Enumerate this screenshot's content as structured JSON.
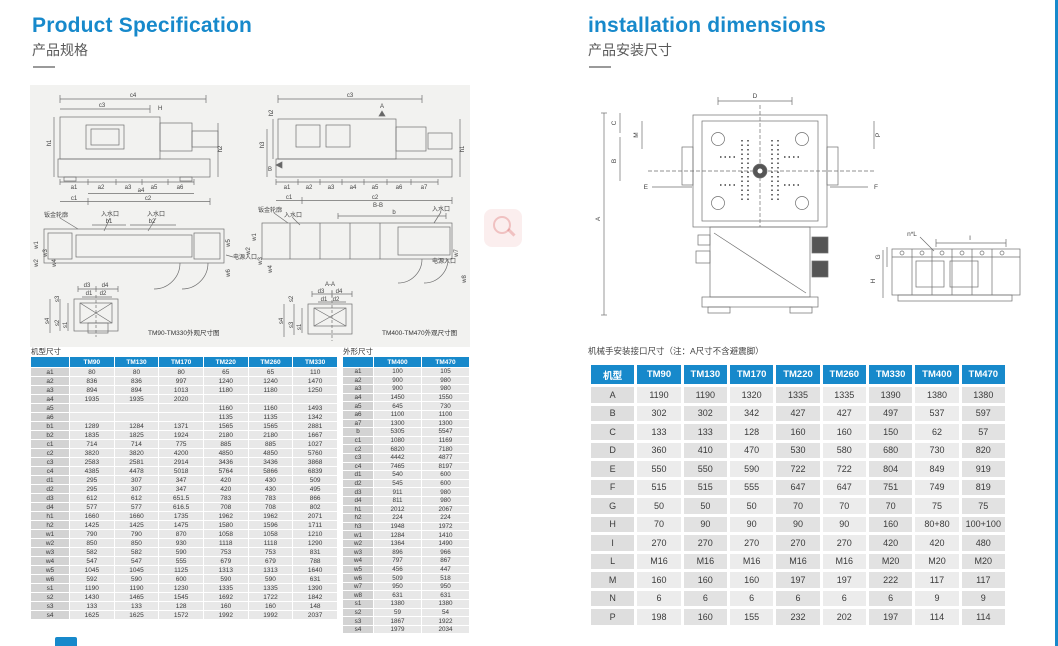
{
  "colors": {
    "accent": "#1789cb",
    "header_blue": "#1789cb",
    "cell_gray": "#e8e8e8",
    "label_gray": "#d3d3d3",
    "watermark_pink": "#e27878"
  },
  "left": {
    "title": "Product Specification",
    "subtitle": "产品规格",
    "table1": {
      "label": "机型尺寸",
      "columns": [
        "",
        "TM90",
        "TM130",
        "TM170",
        "TM220",
        "TM260",
        "TM330"
      ],
      "rows": [
        [
          "a1",
          "80",
          "80",
          "80",
          "65",
          "65",
          "110"
        ],
        [
          "a2",
          "836",
          "836",
          "997",
          "1240",
          "1240",
          "1470"
        ],
        [
          "a3",
          "894",
          "894",
          "1013",
          "1180",
          "1180",
          "1250"
        ],
        [
          "a4",
          "1935",
          "1935",
          "2020",
          "",
          "",
          ""
        ],
        [
          "a5",
          "",
          "",
          "",
          "1160",
          "1160",
          "1493"
        ],
        [
          "a6",
          "",
          "",
          "",
          "1135",
          "1135",
          "1342"
        ],
        [
          "b1",
          "1289",
          "1284",
          "1371",
          "1565",
          "1565",
          "2881"
        ],
        [
          "b2",
          "1835",
          "1825",
          "1924",
          "2180",
          "2180",
          "1667"
        ],
        [
          "c1",
          "714",
          "714",
          "775",
          "885",
          "885",
          "1027"
        ],
        [
          "c2",
          "3820",
          "3820",
          "4200",
          "4850",
          "4850",
          "5760"
        ],
        [
          "c3",
          "2583",
          "2581",
          "2914",
          "3436",
          "3436",
          "3868"
        ],
        [
          "c4",
          "4385",
          "4478",
          "5018",
          "5764",
          "5866",
          "6839"
        ],
        [
          "d1",
          "295",
          "307",
          "347",
          "420",
          "430",
          "509"
        ],
        [
          "d2",
          "295",
          "307",
          "347",
          "420",
          "430",
          "495"
        ],
        [
          "d3",
          "612",
          "612",
          "651.5",
          "783",
          "783",
          "866"
        ],
        [
          "d4",
          "577",
          "577",
          "616.5",
          "708",
          "708",
          "802"
        ],
        [
          "h1",
          "1660",
          "1660",
          "1735",
          "1962",
          "1962",
          "2071"
        ],
        [
          "h2",
          "1425",
          "1425",
          "1475",
          "1580",
          "1596",
          "1711"
        ],
        [
          "w1",
          "790",
          "790",
          "870",
          "1058",
          "1058",
          "1210"
        ],
        [
          "w2",
          "850",
          "850",
          "930",
          "1118",
          "1118",
          "1290"
        ],
        [
          "w3",
          "582",
          "582",
          "590",
          "753",
          "753",
          "831"
        ],
        [
          "w4",
          "547",
          "547",
          "555",
          "679",
          "679",
          "788"
        ],
        [
          "w5",
          "1045",
          "1045",
          "1125",
          "1313",
          "1313",
          "1640"
        ],
        [
          "w6",
          "592",
          "590",
          "600",
          "590",
          "590",
          "631"
        ],
        [
          "s1",
          "1190",
          "1190",
          "1230",
          "1335",
          "1335",
          "1390"
        ],
        [
          "s2",
          "1430",
          "1465",
          "1545",
          "1692",
          "1722",
          "1842"
        ],
        [
          "s3",
          "133",
          "133",
          "128",
          "160",
          "160",
          "148"
        ],
        [
          "s4",
          "1625",
          "1625",
          "1572",
          "1992",
          "1992",
          "2037"
        ]
      ]
    },
    "table2": {
      "label": "外形尺寸",
      "columns": [
        "",
        "TM400",
        "TM470"
      ],
      "rows": [
        [
          "a1",
          "100",
          "105"
        ],
        [
          "a2",
          "900",
          "980"
        ],
        [
          "a3",
          "900",
          "980"
        ],
        [
          "a4",
          "1450",
          "1550"
        ],
        [
          "a5",
          "645",
          "730"
        ],
        [
          "a6",
          "1100",
          "1100"
        ],
        [
          "a7",
          "1300",
          "1300"
        ],
        [
          "b",
          "5305",
          "5547"
        ],
        [
          "c1",
          "1080",
          "1169"
        ],
        [
          "c2",
          "6820",
          "7180"
        ],
        [
          "c3",
          "4442",
          "4877"
        ],
        [
          "c4",
          "7465",
          "8197"
        ],
        [
          "d1",
          "540",
          "600"
        ],
        [
          "d2",
          "545",
          "600"
        ],
        [
          "d3",
          "911",
          "980"
        ],
        [
          "d4",
          "811",
          "980"
        ],
        [
          "h1",
          "2012",
          "2067"
        ],
        [
          "h2",
          "224",
          "224"
        ],
        [
          "h3",
          "1948",
          "1972"
        ],
        [
          "w1",
          "1284",
          "1410"
        ],
        [
          "w2",
          "1364",
          "1490"
        ],
        [
          "w3",
          "896",
          "966"
        ],
        [
          "w4",
          "797",
          "867"
        ],
        [
          "w5",
          "456",
          "447"
        ],
        [
          "w6",
          "509",
          "518"
        ],
        [
          "w7",
          "950",
          "950"
        ],
        [
          "w8",
          "631",
          "631"
        ],
        [
          "s1",
          "1380",
          "1380"
        ],
        [
          "s2",
          "59",
          "54"
        ],
        [
          "s3",
          "1867",
          "1922"
        ],
        [
          "s4",
          "1979",
          "2034"
        ]
      ]
    }
  },
  "right": {
    "title": "installation dimensions",
    "subtitle": "产品安装尺寸",
    "note": "机械手安装接口尺寸（注：A尺寸不含避震脚）",
    "table": {
      "columns": [
        "机型",
        "TM90",
        "TM130",
        "TM170",
        "TM220",
        "TM260",
        "TM330",
        "TM400",
        "TM470"
      ],
      "rows": [
        [
          "A",
          "1190",
          "1190",
          "1320",
          "1335",
          "1335",
          "1390",
          "1380",
          "1380"
        ],
        [
          "B",
          "302",
          "302",
          "342",
          "427",
          "427",
          "497",
          "537",
          "597"
        ],
        [
          "C",
          "133",
          "133",
          "128",
          "160",
          "160",
          "150",
          "62",
          "57"
        ],
        [
          "D",
          "360",
          "410",
          "470",
          "530",
          "580",
          "680",
          "730",
          "820"
        ],
        [
          "E",
          "550",
          "550",
          "590",
          "722",
          "722",
          "804",
          "849",
          "919"
        ],
        [
          "F",
          "515",
          "515",
          "555",
          "647",
          "647",
          "751",
          "749",
          "819"
        ],
        [
          "G",
          "50",
          "50",
          "50",
          "70",
          "70",
          "70",
          "75",
          "75"
        ],
        [
          "H",
          "70",
          "90",
          "90",
          "90",
          "90",
          "160",
          "80+80",
          "100+100"
        ],
        [
          "I",
          "270",
          "270",
          "270",
          "270",
          "270",
          "420",
          "420",
          "480"
        ],
        [
          "L",
          "M16",
          "M16",
          "M16",
          "M16",
          "M16",
          "M20",
          "M20",
          "M20"
        ],
        [
          "M",
          "160",
          "160",
          "160",
          "197",
          "197",
          "222",
          "117",
          "117"
        ],
        [
          "N",
          "6",
          "6",
          "6",
          "6",
          "6",
          "6",
          "9",
          "9"
        ],
        [
          "P",
          "198",
          "160",
          "155",
          "232",
          "202",
          "197",
          "114",
          "114"
        ]
      ]
    }
  },
  "dl": [
    "c4",
    "c3",
    "H",
    "h1",
    "h2",
    "a1",
    "a2",
    "a3",
    "a5",
    "a6",
    "a4",
    "c1",
    "c2",
    "c3",
    "A",
    "B",
    "h2",
    "h3",
    "h1",
    "a1",
    "a2",
    "a3",
    "a4",
    "a5",
    "a6",
    "a7",
    "c1",
    "c2",
    "钣金轮廓",
    "入水口",
    "入水口",
    "b1",
    "b2",
    "w1",
    "w2",
    "w3",
    "w4",
    "w5",
    "w6",
    "电源入口",
    "钣金轮廓",
    "B-B",
    "b",
    "入水口",
    "入水口",
    "w1",
    "w2",
    "w3",
    "w4",
    "w7",
    "w8",
    "电源入口",
    "d3",
    "d4",
    "d1",
    "d2",
    "s1",
    "s2",
    "s3",
    "s4",
    "A-A",
    "d3",
    "d4",
    "d1",
    "d2",
    "s1",
    "s2",
    "s3",
    "s4",
    "TM90-TM330外观尺寸图",
    "TM400-TM470外观尺寸图"
  ],
  "dr": [
    "D",
    "C",
    "M",
    "B",
    "E",
    "A",
    "P",
    "F",
    "n*L",
    "I",
    "G",
    "H"
  ]
}
